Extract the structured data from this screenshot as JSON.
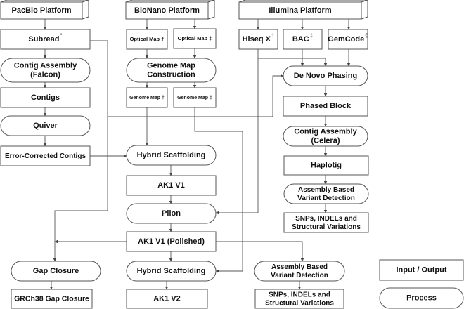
{
  "nodes": {
    "pacbio": {
      "label": "PacBio Platform",
      "kind": "platform"
    },
    "bionano": {
      "label": "BioNano Platform",
      "kind": "platform"
    },
    "illumina": {
      "label": "Illumina Platform",
      "kind": "platform"
    },
    "subread": {
      "label": "Subread",
      "sup": "*",
      "kind": "input-output"
    },
    "opt1": {
      "label": "Optical Map †",
      "kind": "input-output"
    },
    "opt2": {
      "label": "Optical Map ‡",
      "kind": "input-output"
    },
    "hiseq": {
      "label": "Hiseq X",
      "sup": "†",
      "kind": "input-output"
    },
    "bac": {
      "label": "BAC",
      "sup": "‡",
      "kind": "input-output"
    },
    "gemcode": {
      "label": "GemCode",
      "sup": "§",
      "kind": "input-output"
    },
    "falcon": {
      "label": [
        "Contig Assembly",
        "(Falcon)"
      ],
      "kind": "process"
    },
    "gmc": {
      "label": [
        "Genome Map",
        "Construction"
      ],
      "kind": "process"
    },
    "gm1": {
      "label": "Genome Map †",
      "kind": "input-output"
    },
    "gm2": {
      "label": "Genome Map ‡",
      "kind": "input-output"
    },
    "contigs": {
      "label": "Contigs",
      "kind": "input-output"
    },
    "quiver": {
      "label": "Quiver",
      "kind": "process"
    },
    "ecc": {
      "label": "Error-Corrected Contigs",
      "kind": "input-output"
    },
    "denovo": {
      "label": "De Novo Phasing",
      "kind": "process"
    },
    "phased": {
      "label": "Phased Block",
      "kind": "input-output"
    },
    "celera": {
      "label": [
        "Contig Assembly",
        "(Celera)"
      ],
      "kind": "process"
    },
    "haplotig": {
      "label": "Haplotig",
      "kind": "input-output"
    },
    "abvd1": {
      "label": [
        "Assembly Based",
        "Variant Detection"
      ],
      "kind": "process"
    },
    "snps1": {
      "label": [
        "SNPs, INDELs and",
        "Structural Variations"
      ],
      "kind": "input-output"
    },
    "hs1": {
      "label": "Hybrid Scaffolding",
      "kind": "process"
    },
    "ak1v1": {
      "label": "AK1 V1",
      "kind": "input-output"
    },
    "pilon": {
      "label": "Pilon",
      "kind": "process"
    },
    "ak1pol": {
      "label": "AK1 V1 (Polished)",
      "kind": "input-output"
    },
    "gap": {
      "label": "Gap Closure",
      "kind": "process"
    },
    "grch": {
      "label": "GRCh38 Gap Closure",
      "kind": "input-output"
    },
    "hs2": {
      "label": "Hybrid Scaffolding",
      "kind": "process"
    },
    "ak1v2": {
      "label": "AK1 V2",
      "kind": "input-output"
    },
    "abvd2": {
      "label": [
        "Assembly Based",
        "Variant Detection"
      ],
      "kind": "process"
    },
    "snps2": {
      "label": [
        "SNPs, INDELs and",
        "Structural Variations"
      ],
      "kind": "input-output"
    }
  },
  "legend": {
    "io": {
      "label": "Input / Output",
      "kind": "input-output"
    },
    "process": {
      "label": "Process",
      "kind": "process"
    }
  }
}
